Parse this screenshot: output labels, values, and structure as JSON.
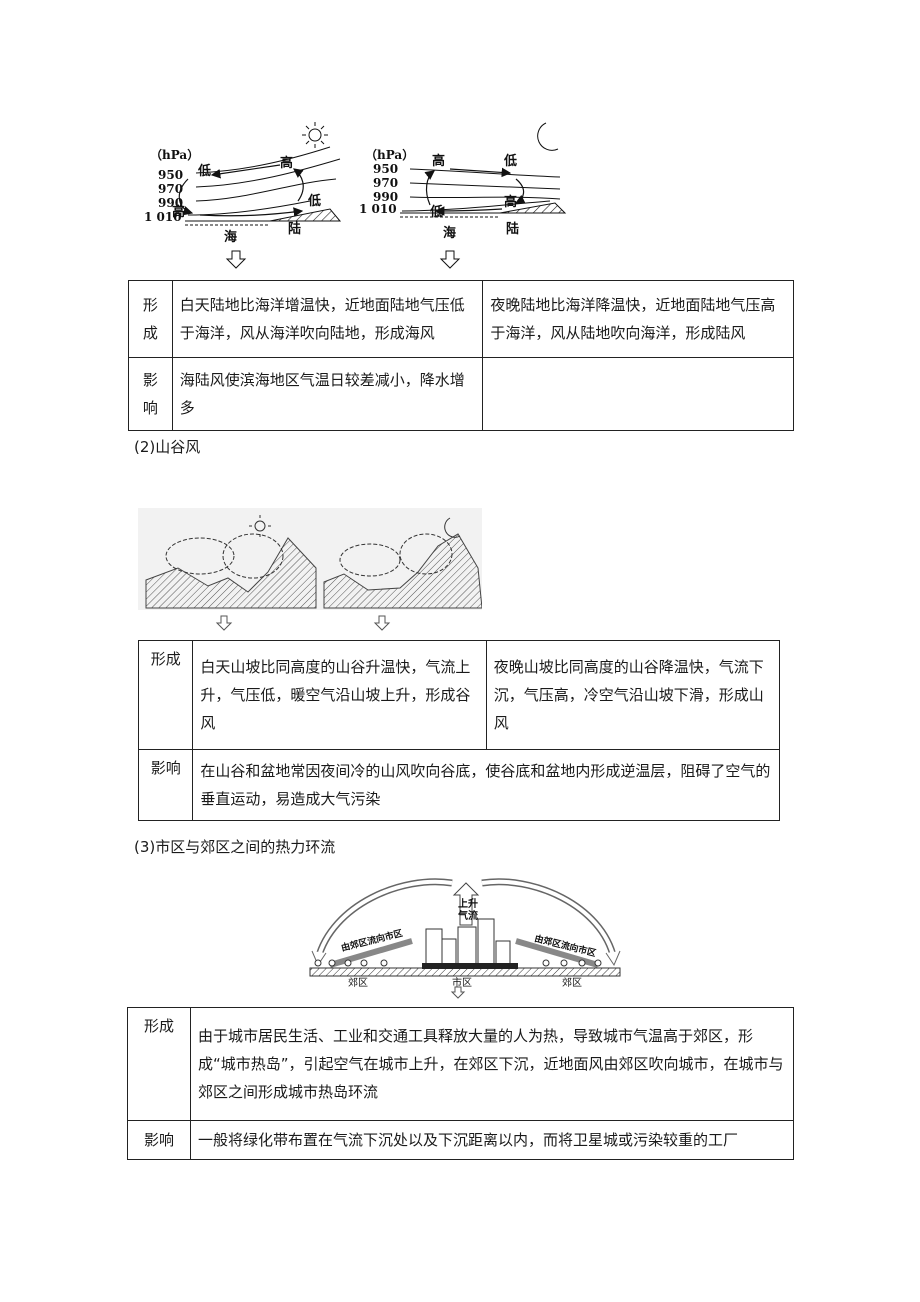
{
  "sea_land": {
    "diagram": {
      "unit": "（hPa）",
      "isobars": [
        "950",
        "970",
        "990",
        "1 010"
      ],
      "day": {
        "top_high": "高",
        "top_low": "低",
        "bottom_low": "低",
        "bottom_high": "高",
        "sea": "海",
        "land": "陆"
      },
      "night": {
        "top_high": "高",
        "top_low": "低",
        "bottom_high": "高",
        "bottom_low": "低",
        "sea": "海",
        "land": "陆"
      }
    },
    "table": {
      "formation_label_1": "形",
      "formation_label_2": "成",
      "formation_day": "白天陆地比海洋增温快，近地面陆地气压低于海洋，风从海洋吹向陆地，形成海风",
      "formation_night": "夜晚陆地比海洋降温快，近地面陆地气压高于海洋，风从陆地吹向海洋，形成陆风",
      "impact_label_1": "影",
      "impact_label_2": "响",
      "impact": "海陆风使滨海地区气温日较差减小，降水增多"
    }
  },
  "valley": {
    "heading": "(2)山谷风",
    "table": {
      "formation_label": "形成",
      "formation_day": "白天山坡比同高度的山谷升温快，气流上升，气压低，暖空气沿山坡上升，形成谷风",
      "formation_night": "夜晚山坡比同高度的山谷降温快，气流下沉，气压高，冷空气沿山坡下滑，形成山风",
      "impact_label": "影响",
      "impact": "在山谷和盆地常因夜间冷的山风吹向谷底，使谷底和盆地内形成逆温层，阻碍了空气的垂直运动，易造成大气污染"
    }
  },
  "urban": {
    "heading": "(3)市区与郊区之间的热力环流",
    "diagram": {
      "rise_1": "上升",
      "rise_2": "气流",
      "left_flow": "由郊区流向市区",
      "right_flow": "由郊区流向市区",
      "suburb_left": "郊区",
      "city": "市区",
      "suburb_right": "郊区"
    },
    "table": {
      "formation_label": "形成",
      "formation": "由于城市居民生活、工业和交通工具释放大量的人为热，导致城市气温高于郊区，形成“城市热岛”，引起空气在城市上升，在郊区下沉，近地面风由郊区吹向城市，在城市与郊区之间形成城市热岛环流",
      "impact_label": "影响",
      "impact": "一般将绿化带布置在气流下沉处以及下沉距离以内，而将卫星城或污染较重的工厂"
    }
  }
}
